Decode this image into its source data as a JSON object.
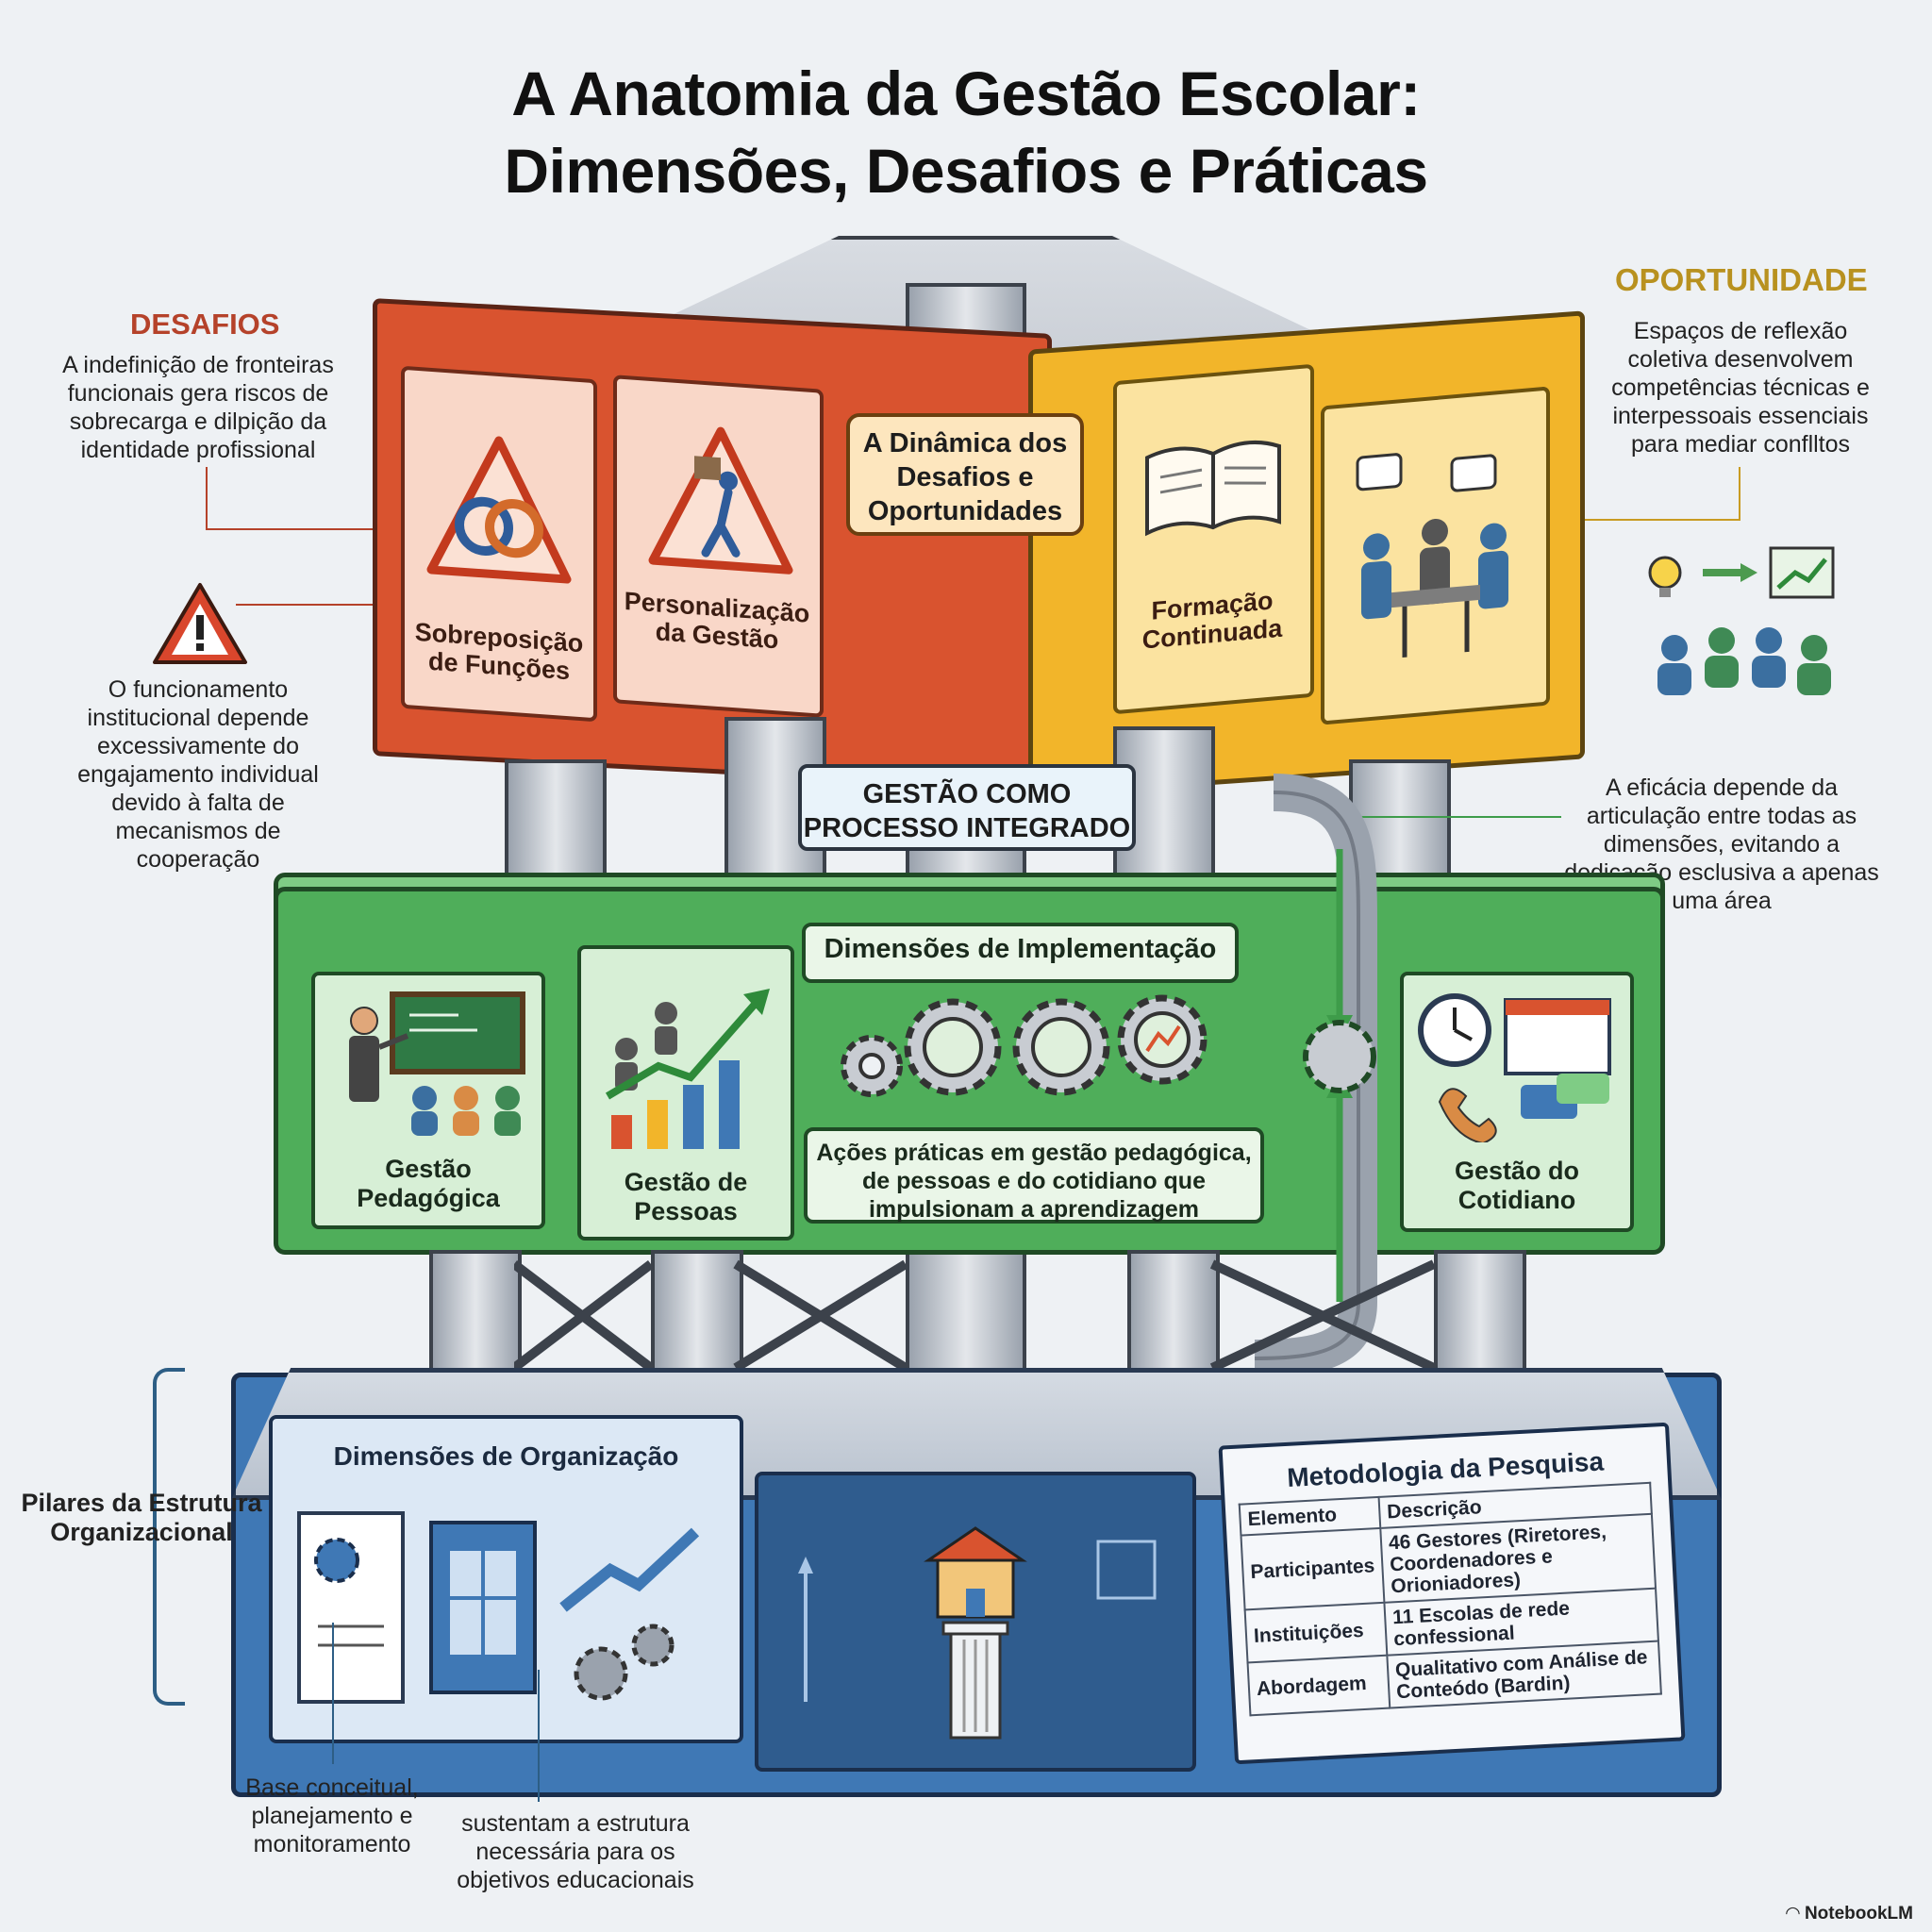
{
  "title": {
    "line1": "A Anatomia da Gestão Escolar:",
    "line2": "Dimensões, Desafios e Práticas"
  },
  "challenges": {
    "heading": "DESAFIOS",
    "note1": "A indefinição de fronteiras funcionais gera riscos de sobrecarga e dilpição da identidade profissional",
    "note2": "O funcionamento institucional depende excessivamente do engajamento individual devido à falta de mecanismos de cooperação"
  },
  "opportunity": {
    "heading": "OPORTUNIDADE",
    "note": "Espaços de reflexão coletiva desenvolvem competências técnicas e interpessoais essenciais para mediar conflltos"
  },
  "top_level": {
    "center_tag": "A Dinâmica dos Desafios e Oportunidades",
    "panel1": "Sobreposição de Funções",
    "panel2": "Personalização da Gestão",
    "panel3": "Formação Continuada"
  },
  "process": {
    "label": "GESTÃO COMO PROCESSO INTEGRADO",
    "note": "A eficácia depende da articulação entre todas as dimensões, evitando a dedicação esclusiva a apenas uma área"
  },
  "mid_level": {
    "title": "Dimensões de Implementação",
    "panel1": "Gestão Pedagógica",
    "panel2": "Gestão de Pessoas",
    "panel3": "Gestão do Cotidiano",
    "description": "Ações práticas em gestão pedagógica, de pessoas e do cotidiano que impulsionam a aprendizagem"
  },
  "bottom_level": {
    "organization_title": "Dimensões de Organização",
    "pillars_label": "Pilares da Estrutura Organizacional",
    "note1": "Base conceitual, planejamento e monitoramento",
    "note2": "sustentam a estrutura necessária para os objetivos educacionais"
  },
  "methodology": {
    "title": "Metodologia da Pesquisa",
    "headers": [
      "Elemento",
      "Descrição"
    ],
    "rows": [
      [
        "Participantes",
        "46 Gestores (Riretores, Coordenadores e Orioniadores)"
      ],
      [
        "Instituições",
        "11 Escolas de rede confessional"
      ],
      [
        "Abordagem",
        "Qualitativo com Análise de Conteódo (Bardin)"
      ]
    ]
  },
  "brand": "NotebookLM",
  "colors": {
    "challenge_red": "#d9532f",
    "opportunity_gold": "#f2b52a",
    "implementation_green": "#4fae5a",
    "organization_blue": "#3f78b5"
  }
}
